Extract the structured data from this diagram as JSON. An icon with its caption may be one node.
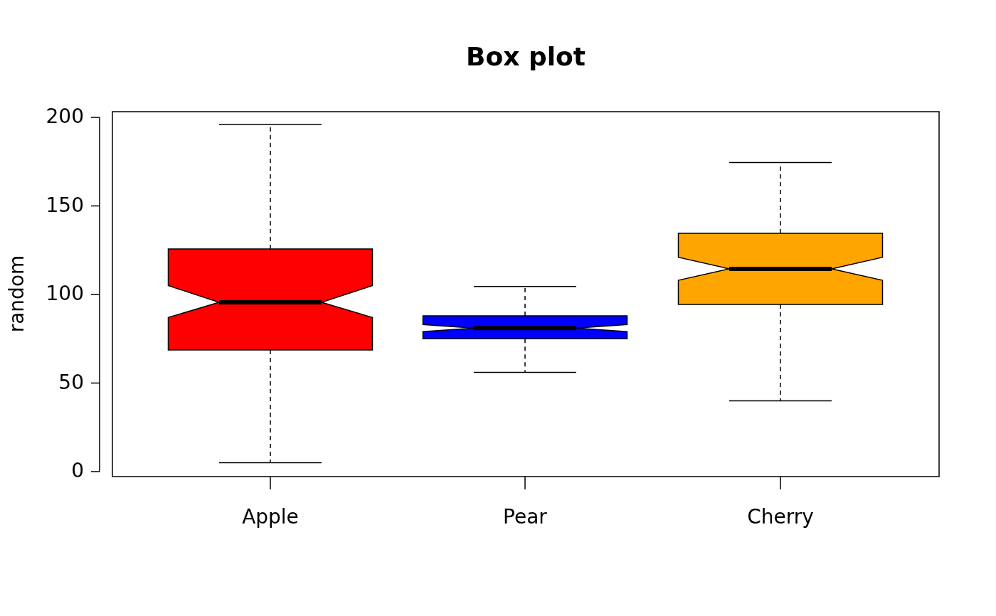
{
  "diagram": {
    "title": "Box plot",
    "labels": [
      "200",
      "150",
      "100",
      "50",
      "0",
      "random",
      "Apple",
      "Pear",
      "Cherry"
    ]
  }
}
